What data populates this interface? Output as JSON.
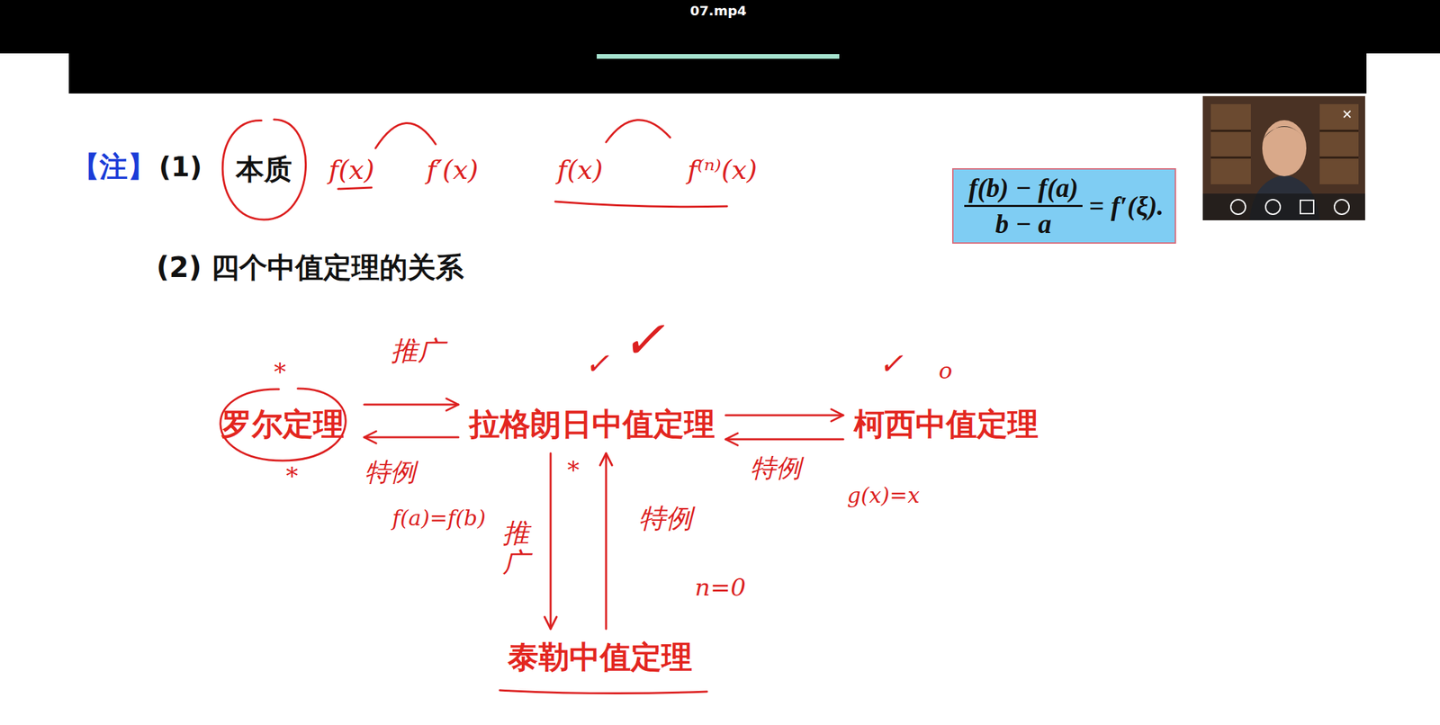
{
  "diagram": {
    "nodes": [
      {
        "text": [
          "本质"
        ]
      },
      {
        "text": [
          "f(b) − f(a)",
          "b − a",
          "= f′(ξ)."
        ]
      },
      {
        "text": [
          "罗尔定理"
        ]
      },
      {
        "text": [
          "拉格朗日中值定理"
        ]
      },
      {
        "text": [
          "柯西中值定理"
        ]
      },
      {
        "text": [
          "泰勒中值定理"
        ]
      }
    ],
    "edges": [
      {
        "from": 2,
        "to": 3,
        "arrow": "to",
        "label": "推广"
      },
      {
        "from": 3,
        "to": 2,
        "arrow": "to",
        "label": "特例"
      },
      {
        "from": 3,
        "to": 4,
        "arrow": "to"
      },
      {
        "from": 4,
        "to": 3,
        "arrow": "to",
        "label": "特例"
      },
      {
        "from": 3,
        "to": 5,
        "arrow": "to",
        "label": "推广"
      },
      {
        "from": 5,
        "to": 3,
        "arrow": "to",
        "label": "特例"
      }
    ],
    "labels": [
      "07.mp4",
      "【注】",
      "(1)",
      "f(x)",
      "f′(x)",
      "f(x)",
      "f⁽ⁿ⁾(x)",
      "(2) 四个中值定理的关系",
      "*",
      "*",
      "✓",
      "✓",
      "✓",
      "o",
      "f(a)=f(b)",
      "*",
      "g(x)=x",
      "n=0"
    ]
  }
}
